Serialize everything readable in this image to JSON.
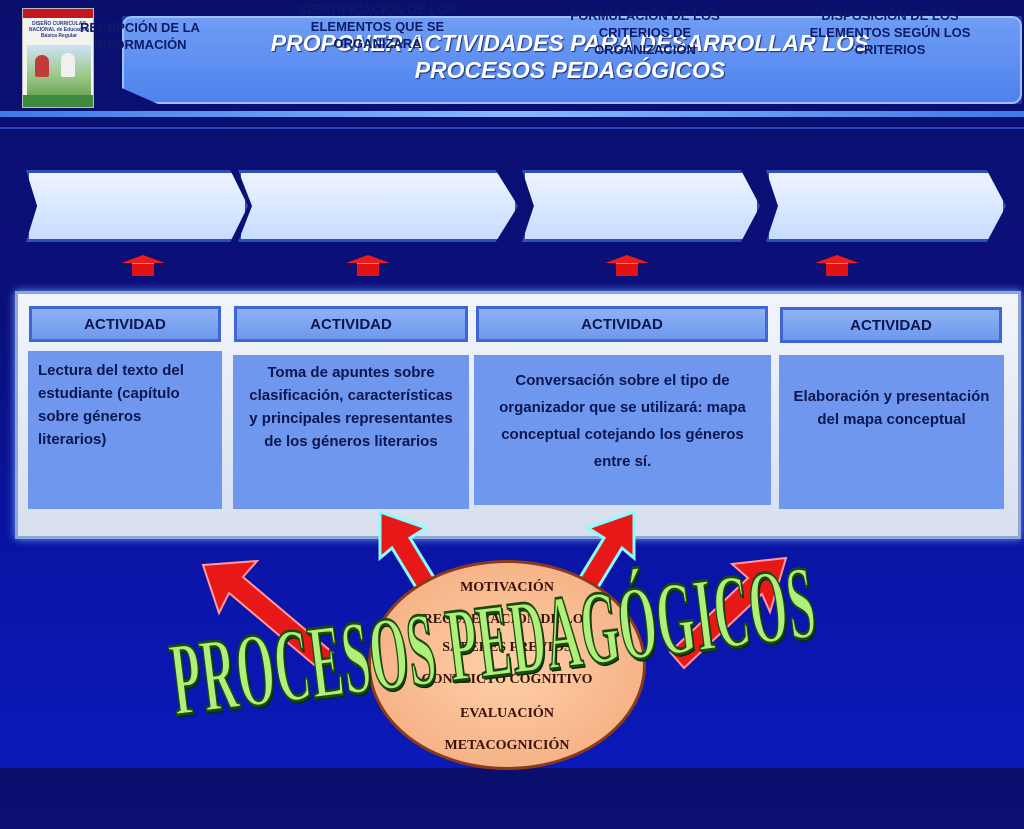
{
  "header": {
    "cover_text": "DISEÑO CURRICULAR NACIONAL de Educación Básica Regular",
    "title_line1": "PROPONER ACTIVIDADES PARA DESARROLLAR LOS",
    "title_line2": "PROCESOS PEDAGÓGICOS"
  },
  "steps": [
    {
      "label": "RECEPCIÓN DE LA INFORMACIÓN"
    },
    {
      "label": "IDENTIFICACIÓN DE LOS ELEMENTOS QUE SE ORGANIZARÁ"
    },
    {
      "label": "FORMULACIÓN DE LOS CRITERIOS DE ORGANIZACIÓN"
    },
    {
      "label": "DISPOSICIÓN DE LOS ELEMENTOS SEGÚN LOS CRITERIOS"
    }
  ],
  "activities": [
    {
      "heading": "ACTIVIDAD",
      "text": "Lectura del texto del estudiante (capítulo sobre géneros literarios)"
    },
    {
      "heading": "ACTIVIDAD",
      "text": "Toma de apuntes sobre clasificación, características y principales representantes de los géneros literarios"
    },
    {
      "heading": "ACTIVIDAD",
      "text": "Conversación sobre el tipo de organizador que se utilizará: mapa conceptual cotejando los géneros entre sí."
    },
    {
      "heading": "ACTIVIDAD",
      "text": "Elaboración y presentación del mapa conceptual"
    }
  ],
  "processes": {
    "items": [
      "MOTIVACIÓN",
      "RECUPERACION DE LOS",
      "SABERES PREVIOS",
      "CONFLICTO COGNITIVO",
      "EVALUACIÓN",
      "METACOGNICIÓN"
    ],
    "banner": "PROCESOS PEDAGÓGICOS"
  },
  "colors": {
    "accent": "#4f82ee",
    "arrow": "#e31212",
    "banner": "#aef07a"
  }
}
